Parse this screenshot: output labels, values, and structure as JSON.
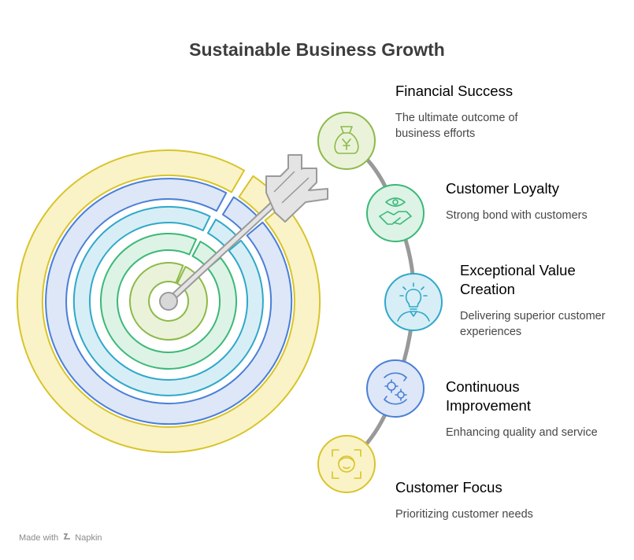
{
  "title": "Sustainable Business Growth",
  "steps": [
    {
      "heading": "Financial Success",
      "heading_lines": [
        "Financial Success"
      ],
      "desc_lines": [
        "The ultimate outcome of",
        "business efforts"
      ],
      "icon": "money-bag-icon",
      "color": "#8db94a",
      "fill": "#eaf3d9"
    },
    {
      "heading": "Customer Loyalty",
      "heading_lines": [
        "Customer Loyalty"
      ],
      "desc_lines": [
        "Strong bond with customers"
      ],
      "icon": "handshake-icon",
      "color": "#3cb878",
      "fill": "#dcf3e6"
    },
    {
      "heading": "Exceptional Value Creation",
      "heading_lines": [
        "Exceptional Value",
        "Creation"
      ],
      "desc_lines": [
        "Delivering superior customer",
        "experiences"
      ],
      "icon": "lightbulb-icon",
      "color": "#2fa8c9",
      "fill": "#d7eef6"
    },
    {
      "heading": "Continuous Improvement",
      "heading_lines": [
        "Continuous",
        "Improvement"
      ],
      "desc_lines": [
        "Enhancing quality and service"
      ],
      "icon": "gears-cycle-icon",
      "color": "#4a7fd6",
      "fill": "#dde7f8"
    },
    {
      "heading": "Customer Focus",
      "heading_lines": [
        "Customer Focus"
      ],
      "desc_lines": [
        "Prioritizing customer needs"
      ],
      "icon": "customer-face-icon",
      "color": "#d8c42b",
      "fill": "#faf3c7"
    }
  ],
  "target": {
    "rings": [
      {
        "stroke": "#d8c42b",
        "fill": "#faf3c7"
      },
      {
        "stroke": "#4a7fd6",
        "fill": "#dde7f8"
      },
      {
        "stroke": "#2fa8c9",
        "fill": "#d7eef6"
      },
      {
        "stroke": "#3cb878",
        "fill": "#dcf3e6"
      },
      {
        "stroke": "#8db94a",
        "fill": "#eaf3d9"
      }
    ],
    "arrow_color": "#9a9a9a",
    "arrow_fill": "#e4e4e4"
  },
  "credit": {
    "prefix": "Made with",
    "brand": "Napkin"
  }
}
